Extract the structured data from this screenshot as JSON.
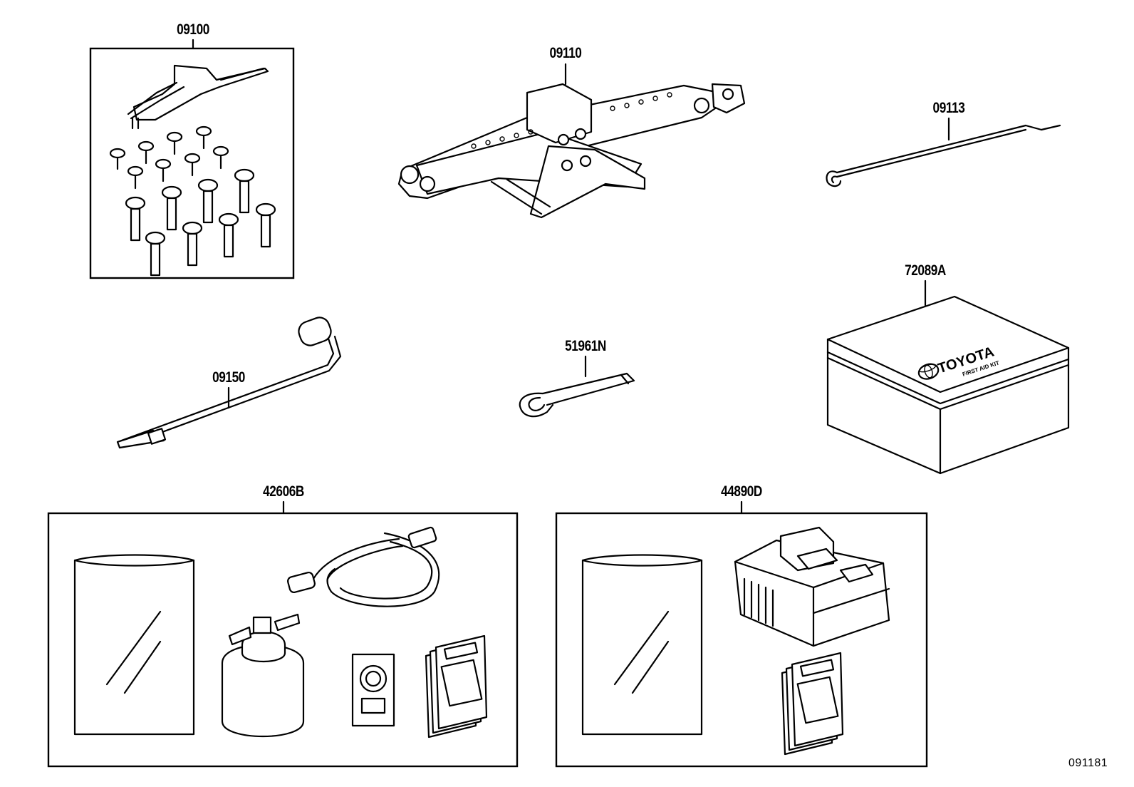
{
  "parts": {
    "p09100": "09100",
    "p09110": "09110",
    "p09113": "09113",
    "p72089A": "72089A",
    "p09150": "09150",
    "p51961N": "51961N",
    "p42606B": "42606B",
    "p44890D": "44890D"
  },
  "first_aid_kit": {
    "brand": "TOYOTA",
    "caption": "FIRST AID KIT"
  },
  "figure_id": "091181"
}
